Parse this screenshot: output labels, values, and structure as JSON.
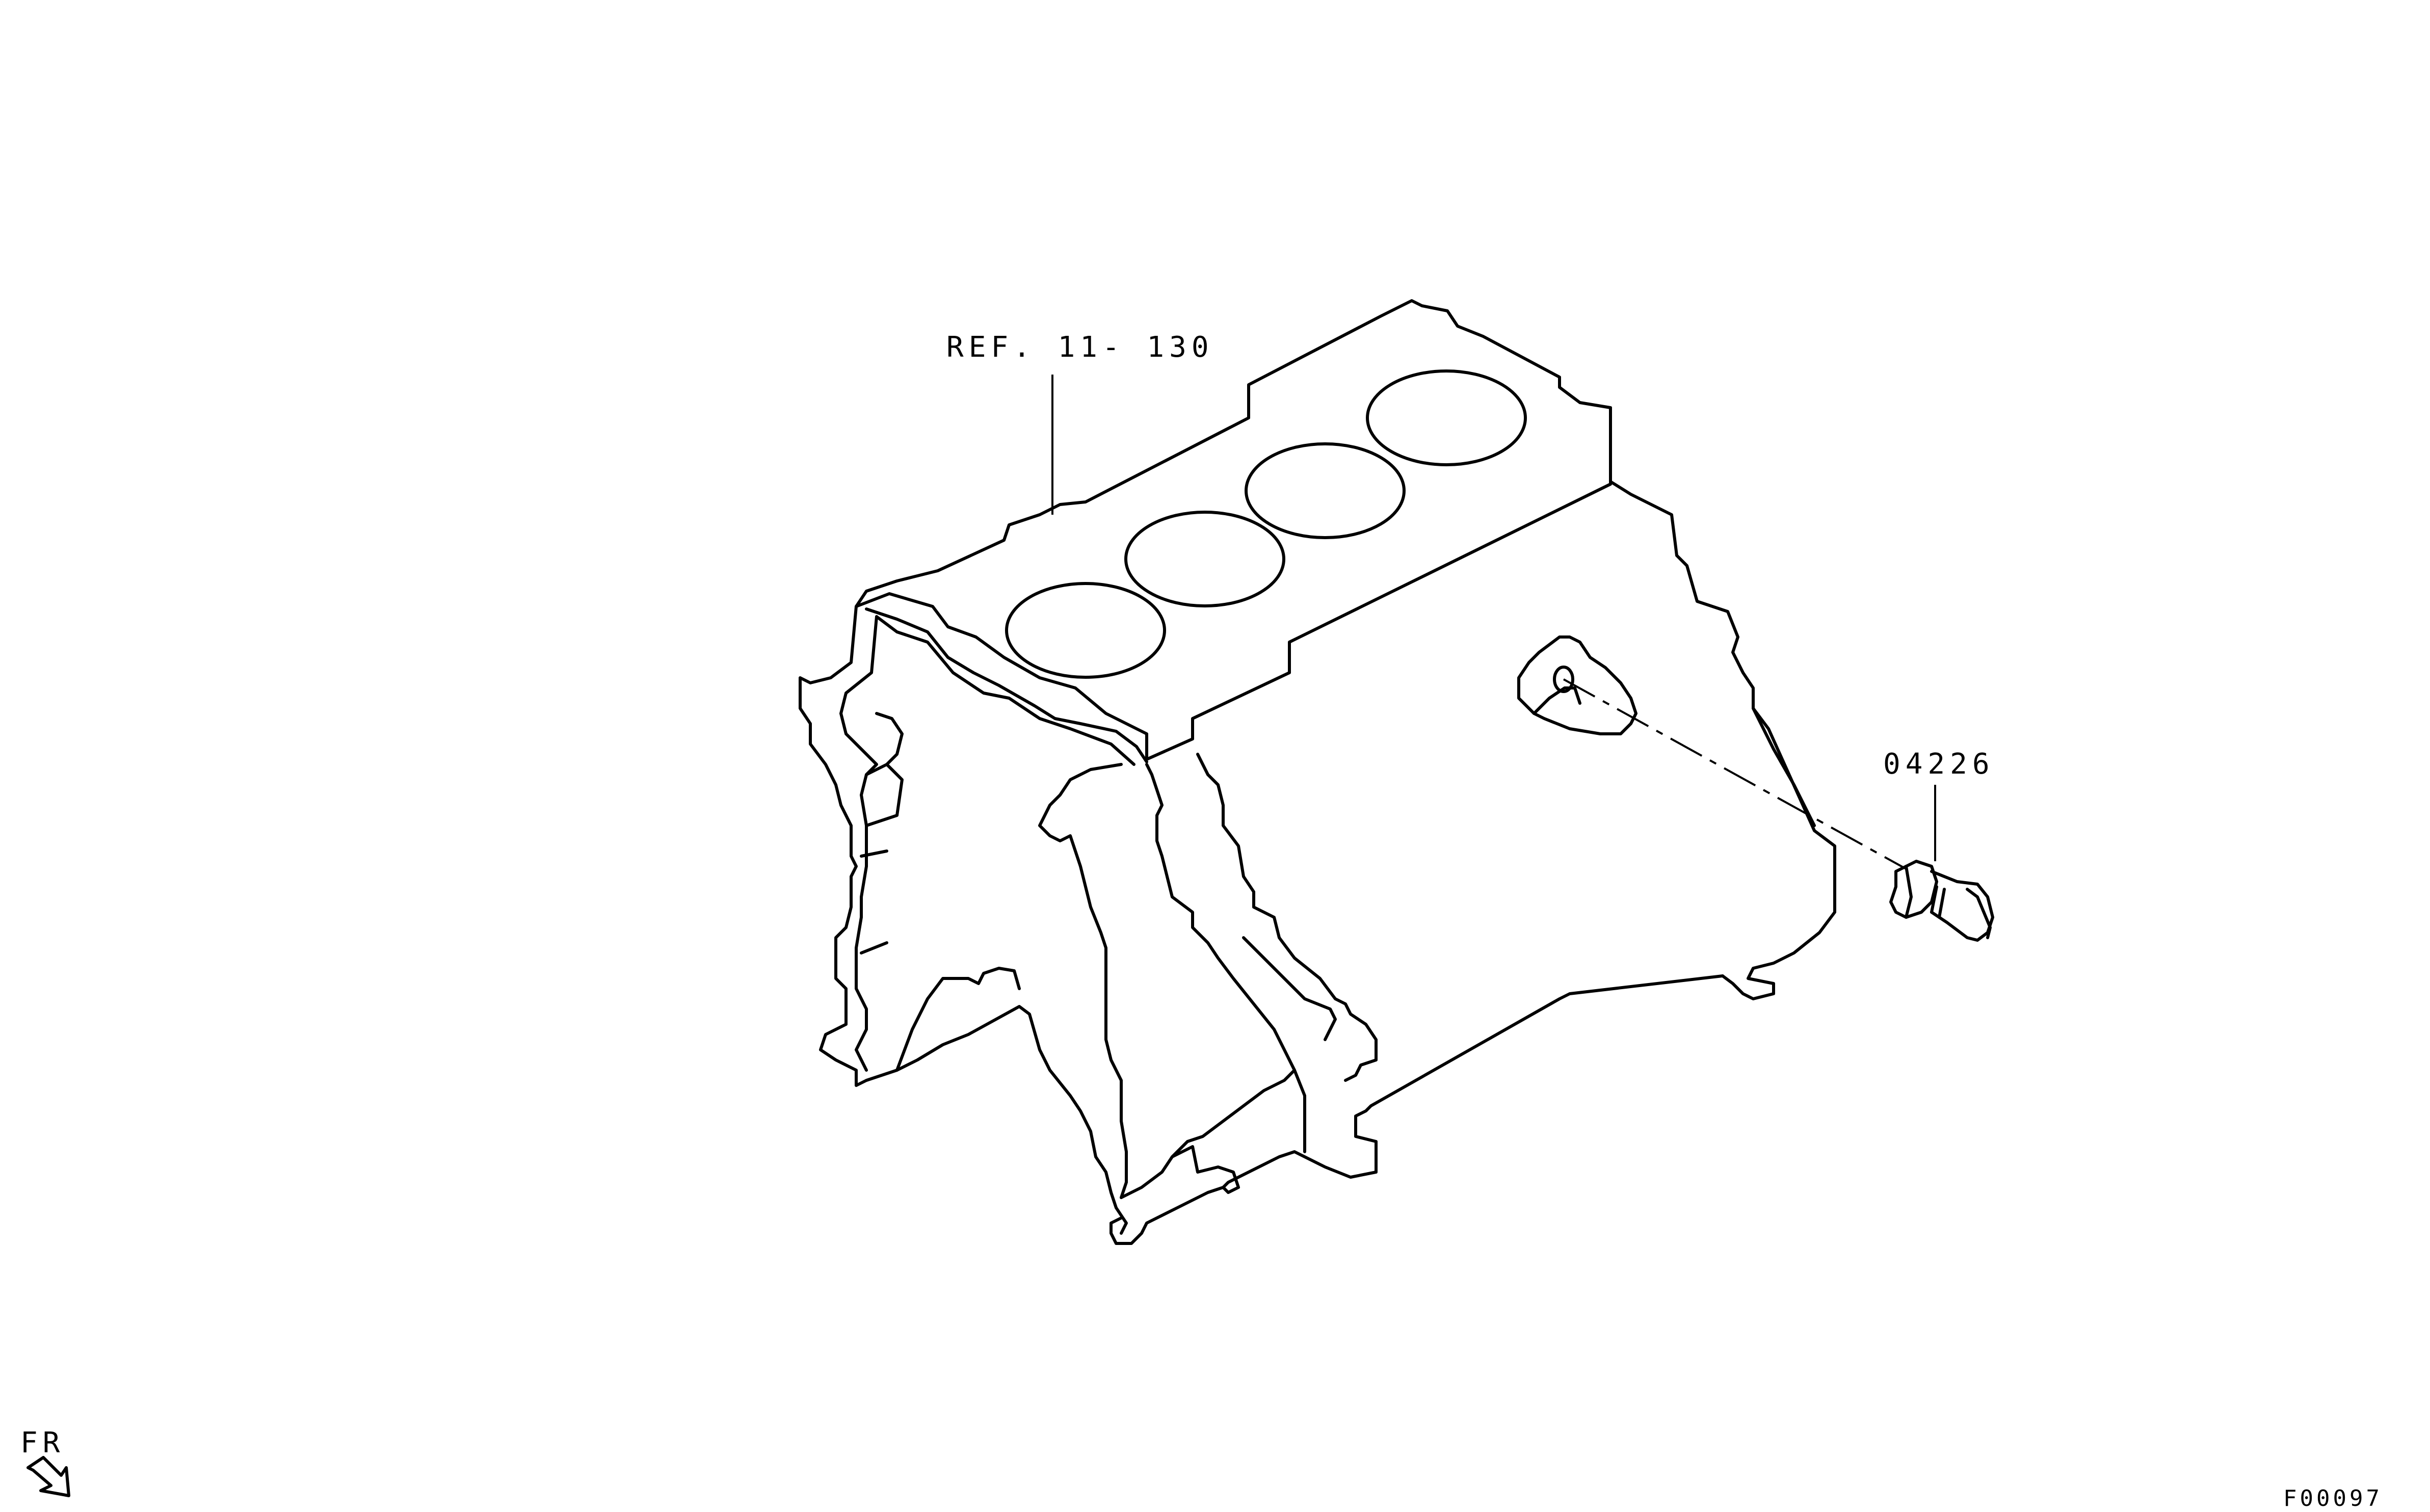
{
  "callouts": {
    "ref_label": "REF. 11- 130",
    "part_label": "04226"
  },
  "orientation": {
    "label": "FR"
  },
  "figure": {
    "code": "F00097"
  }
}
